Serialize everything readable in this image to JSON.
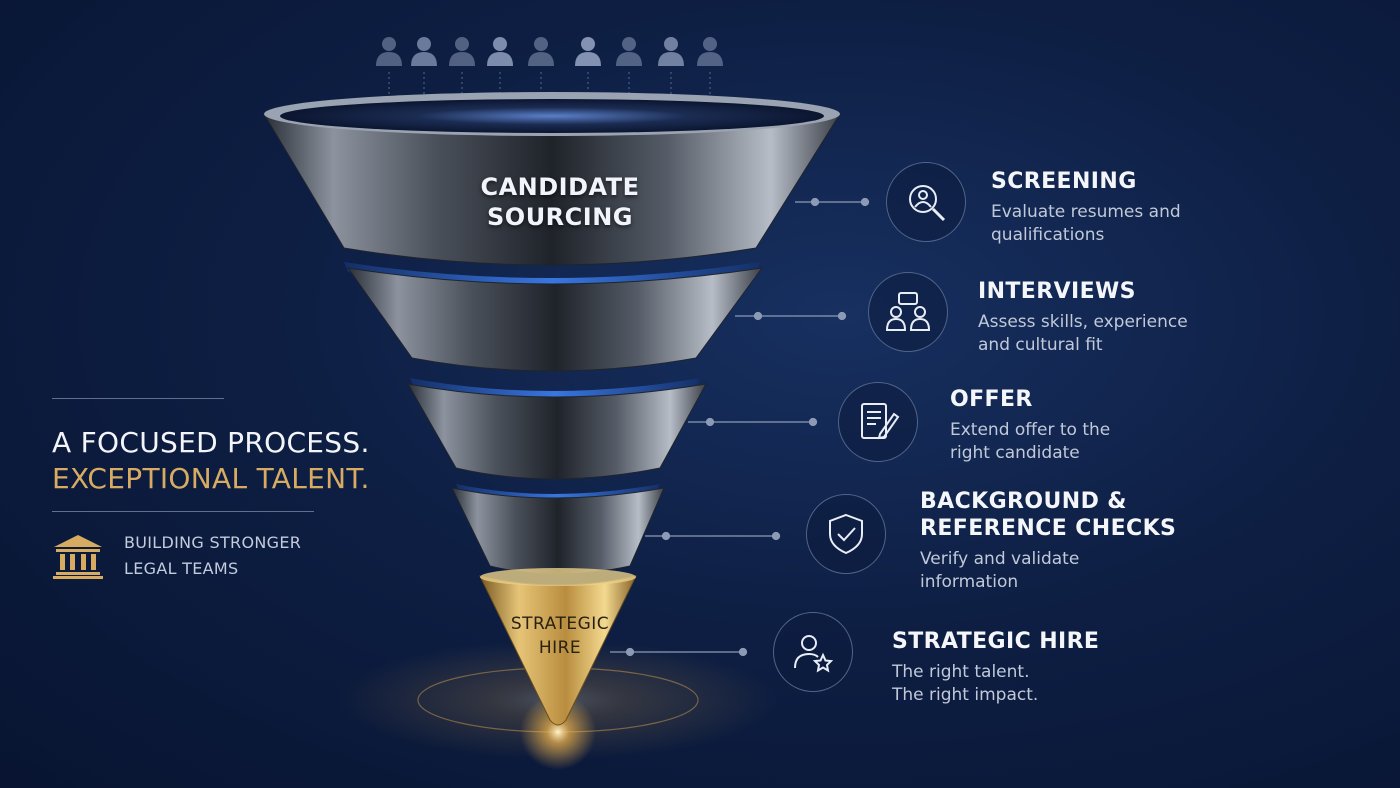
{
  "funnel": {
    "top_label_line1": "CANDIDATE",
    "top_label_line2": "SOURCING",
    "bottom_label_line1": "STRATEGIC",
    "bottom_label_line2": "HIRE"
  },
  "tagline": {
    "line1": "A FOCUSED PROCESS.",
    "line2": "EXCEPTIONAL TALENT."
  },
  "brand": {
    "icon": "courthouse-icon",
    "line1": "BUILDING STRONGER",
    "line2": "LEGAL TEAMS"
  },
  "steps": [
    {
      "icon": "search-person-icon",
      "title_lines": [
        "SCREENING"
      ],
      "desc_lines": [
        "Evaluate resumes and",
        "qualifications"
      ]
    },
    {
      "icon": "interview-chat-icon",
      "title_lines": [
        "INTERVIEWS"
      ],
      "desc_lines": [
        "Assess skills, experience",
        "and cultural fit"
      ]
    },
    {
      "icon": "document-pen-icon",
      "title_lines": [
        "OFFER"
      ],
      "desc_lines": [
        "Extend offer to the",
        "right candidate"
      ]
    },
    {
      "icon": "shield-check-icon",
      "title_lines": [
        "BACKGROUND &",
        "REFERENCE CHECKS"
      ],
      "desc_lines": [
        "Verify and validate",
        "information"
      ]
    },
    {
      "icon": "person-star-icon",
      "title_lines": [
        "STRATEGIC HIRE"
      ],
      "desc_lines": [
        "The right talent.",
        "The right impact."
      ]
    }
  ],
  "colors": {
    "accent_gold": "#d7ab62",
    "accent_blue": "#2f6fe0",
    "background": "#0e1f44"
  }
}
